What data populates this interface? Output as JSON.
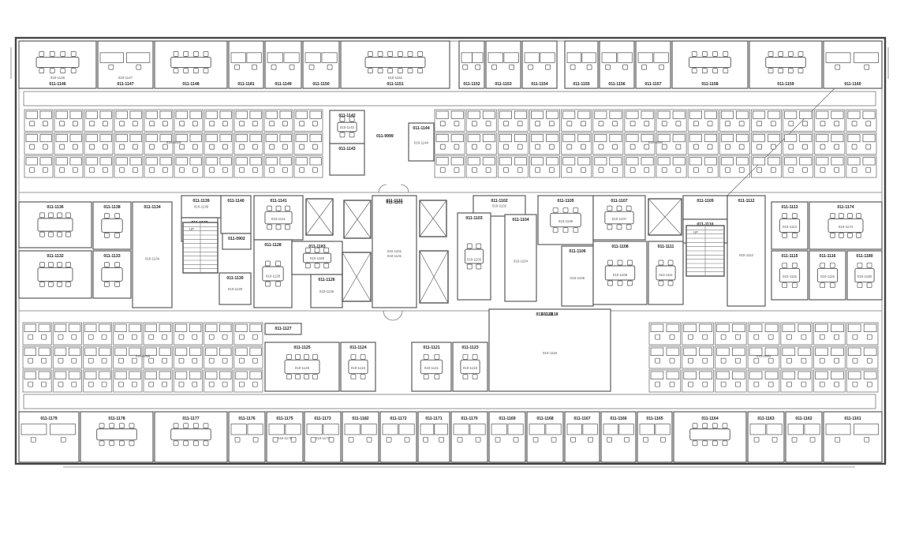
{
  "rooms": [
    {
      "id": "011-1146",
      "sub": "010-1146",
      "r": [
        24,
        52,
        98,
        60
      ]
    },
    {
      "id": "011-1147",
      "sub": "010-1147",
      "r": [
        124,
        52,
        70,
        60
      ]
    },
    {
      "id": "011-1148",
      "sub": "",
      "r": [
        196,
        52,
        92,
        60
      ]
    },
    {
      "id": "011-1181",
      "sub": "",
      "r": [
        290,
        52,
        44,
        60
      ]
    },
    {
      "id": "011-1149",
      "sub": "",
      "r": [
        336,
        52,
        46,
        60
      ]
    },
    {
      "id": "011-1150",
      "sub": "",
      "r": [
        384,
        52,
        46,
        60
      ]
    },
    {
      "id": "011-1151",
      "sub": "010-1151",
      "r": [
        432,
        52,
        138,
        60
      ]
    },
    {
      "id": "011-1152",
      "sub": "",
      "r": [
        582,
        52,
        32,
        60
      ]
    },
    {
      "id": "011-1153",
      "sub": "",
      "r": [
        616,
        52,
        44,
        60
      ]
    },
    {
      "id": "011-1154",
      "sub": "",
      "r": [
        662,
        52,
        44,
        60
      ]
    },
    {
      "id": "011-1155",
      "sub": "",
      "r": [
        716,
        52,
        42,
        60
      ]
    },
    {
      "id": "011-1156",
      "sub": "",
      "r": [
        760,
        52,
        44,
        60
      ]
    },
    {
      "id": "011-1157",
      "sub": "",
      "r": [
        806,
        52,
        44,
        60
      ]
    },
    {
      "id": "011-1158",
      "sub": "",
      "r": [
        852,
        52,
        96,
        60
      ]
    },
    {
      "id": "011-1159",
      "sub": "",
      "r": [
        950,
        52,
        92,
        60
      ]
    },
    {
      "id": "011-1160",
      "sub": "",
      "r": [
        1044,
        52,
        74,
        60
      ]
    },
    {
      "id": "011-1179",
      "sub": "",
      "r": [
        24,
        522,
        76,
        64
      ]
    },
    {
      "id": "011-1178",
      "sub": "",
      "r": [
        102,
        522,
        92,
        64
      ]
    },
    {
      "id": "011-1177",
      "sub": "",
      "r": [
        196,
        522,
        92,
        64
      ]
    },
    {
      "id": "011-1176",
      "sub": "",
      "r": [
        290,
        522,
        46,
        64
      ]
    },
    {
      "id": "011-1175",
      "sub": "010-1175",
      "r": [
        338,
        522,
        46,
        64
      ]
    },
    {
      "id": "011-1173",
      "sub": "010-1173",
      "r": [
        386,
        522,
        46,
        64
      ]
    },
    {
      "id": "011-1182",
      "sub": "",
      "r": [
        434,
        522,
        46,
        64
      ]
    },
    {
      "id": "011-1172",
      "sub": "",
      "r": [
        482,
        522,
        46,
        64
      ]
    },
    {
      "id": "011-1171",
      "sub": "",
      "r": [
        530,
        522,
        40,
        64
      ]
    },
    {
      "id": "011-1170",
      "sub": "",
      "r": [
        572,
        522,
        46,
        64
      ]
    },
    {
      "id": "011-1169",
      "sub": "",
      "r": [
        620,
        522,
        46,
        64
      ]
    },
    {
      "id": "011-1168",
      "sub": "",
      "r": [
        668,
        522,
        46,
        64
      ]
    },
    {
      "id": "011-1167",
      "sub": "",
      "r": [
        716,
        522,
        44,
        64
      ]
    },
    {
      "id": "011-1166",
      "sub": "",
      "r": [
        762,
        522,
        44,
        64
      ]
    },
    {
      "id": "011-1165",
      "sub": "",
      "r": [
        808,
        522,
        44,
        64
      ]
    },
    {
      "id": "011-1164",
      "sub": "",
      "r": [
        854,
        522,
        92,
        64
      ]
    },
    {
      "id": "011-1163",
      "sub": "",
      "r": [
        948,
        522,
        46,
        64
      ]
    },
    {
      "id": "011-1162",
      "sub": "",
      "r": [
        996,
        522,
        46,
        64
      ]
    },
    {
      "id": "011-1161",
      "sub": "",
      "r": [
        1044,
        522,
        74,
        64
      ]
    },
    {
      "id": "011-1136",
      "sub": "",
      "r": [
        24,
        256,
        92,
        58
      ]
    },
    {
      "id": "011-1138",
      "sub": "",
      "r": [
        118,
        256,
        48,
        60
      ]
    },
    {
      "id": "011-1132",
      "sub": "",
      "r": [
        24,
        318,
        92,
        60
      ]
    },
    {
      "id": "011-1133",
      "sub": "",
      "r": [
        118,
        318,
        48,
        60
      ]
    },
    {
      "id": "011-1134",
      "sub": "010-1134",
      "r": [
        168,
        256,
        50,
        134
      ]
    },
    {
      "id": "011-1139",
      "sub": "010-1139",
      "r": [
        230,
        248,
        50,
        28
      ]
    },
    {
      "id": "011-1129",
      "sub": "",
      "r": [
        230,
        276,
        46,
        30
      ]
    },
    {
      "id": "011-1140",
      "sub": "",
      "r": [
        280,
        248,
        38,
        48
      ]
    },
    {
      "id": "011-0902",
      "sub": "",
      "r": [
        282,
        296,
        36,
        20
      ]
    },
    {
      "id": "011-1130",
      "sub": "010-1130",
      "r": [
        278,
        346,
        40,
        40
      ]
    },
    {
      "id": "011-1141",
      "sub": "010-1141",
      "r": [
        322,
        248,
        62,
        56
      ]
    },
    {
      "id": "011-1128",
      "sub": "010-1128",
      "r": [
        322,
        304,
        48,
        86
      ]
    },
    {
      "id": "011-1183",
      "sub": "010-1183",
      "r": [
        370,
        306,
        64,
        42
      ]
    },
    {
      "id": "011-1126",
      "sub": "010-1126",
      "r": [
        394,
        348,
        40,
        42
      ]
    },
    {
      "id": "011-1131",
      "sub": "010-1131",
      "r": [
        472,
        248,
        56,
        142
      ]
    },
    {
      "id": "011-1102",
      "sub": "010-1102",
      "r": [
        600,
        248,
        66,
        26
      ]
    },
    {
      "id": "011-1103",
      "sub": "010-1103",
      "r": [
        580,
        270,
        42,
        110
      ]
    },
    {
      "id": "011-1104",
      "sub": "010-1104",
      "r": [
        640,
        272,
        40,
        110
      ]
    },
    {
      "id": "011-1105",
      "sub": "010-1105",
      "r": [
        682,
        248,
        70,
        62
      ]
    },
    {
      "id": "011-1106",
      "sub": "010-1106",
      "r": [
        712,
        312,
        40,
        76
      ]
    },
    {
      "id": "011-1107",
      "sub": "010-1107",
      "r": [
        752,
        248,
        66,
        56
      ]
    },
    {
      "id": "011-1108",
      "sub": "010-1108",
      "r": [
        752,
        306,
        68,
        80
      ]
    },
    {
      "id": "011-1111",
      "sub": "010-1111",
      "r": [
        822,
        306,
        44,
        80
      ]
    },
    {
      "id": "011-1109",
      "sub": "",
      "r": [
        866,
        248,
        56,
        30
      ]
    },
    {
      "id": "011-1110",
      "sub": "",
      "r": [
        866,
        278,
        56,
        30
      ]
    },
    {
      "id": "011-1112",
      "sub": "010-1112",
      "r": [
        922,
        248,
        48,
        140
      ]
    },
    {
      "id": "011-1113",
      "sub": "010-1113",
      "r": [
        978,
        256,
        46,
        60
      ]
    },
    {
      "id": "011-1174",
      "sub": "010-1174",
      "r": [
        1026,
        256,
        92,
        60
      ]
    },
    {
      "id": "011-1115",
      "sub": "010-1115",
      "r": [
        978,
        318,
        46,
        62
      ]
    },
    {
      "id": "011-1116",
      "sub": "010-1116",
      "r": [
        1026,
        318,
        46,
        62
      ]
    },
    {
      "id": "011-1180",
      "sub": "010-1180",
      "r": [
        1074,
        318,
        44,
        62
      ]
    },
    {
      "id": "011-1142",
      "sub": "010-1142",
      "r": [
        418,
        140,
        44,
        42
      ]
    },
    {
      "id": "011-1143",
      "sub": "",
      "r": [
        418,
        182,
        44,
        40
      ]
    },
    {
      "id": "011-1144",
      "sub": "010-1144",
      "r": [
        518,
        156,
        32,
        48
      ]
    },
    {
      "id": "011-1127",
      "sub": "",
      "r": [
        336,
        410,
        46,
        14
      ]
    },
    {
      "id": "011-1125",
      "sub": "010-1125",
      "r": [
        336,
        434,
        94,
        62
      ]
    },
    {
      "id": "011-1124",
      "sub": "010-1124",
      "r": [
        432,
        434,
        44,
        62
      ]
    },
    {
      "id": "011-1121",
      "sub": "010-1121",
      "r": [
        522,
        434,
        50,
        62
      ]
    },
    {
      "id": "011-1123",
      "sub": "010-1123",
      "r": [
        574,
        434,
        44,
        62
      ]
    },
    {
      "id": "011-1118",
      "sub": "010-1118",
      "r": [
        620,
        392,
        154,
        104
      ]
    }
  ],
  "stairs": [
    {
      "id": "011-S3",
      "label": "UP",
      "r": [
        232,
        282,
        44,
        64
      ]
    },
    {
      "id": "011-S4",
      "label": "UP",
      "r": [
        870,
        286,
        48,
        64
      ]
    }
  ],
  "elevators": [
    {
      "id": "011-0901",
      "r": [
        388,
        252,
        34,
        46
      ]
    },
    {
      "id": "011-0900",
      "r": [
        436,
        254,
        34,
        48
      ]
    },
    {
      "id": "011-0800",
      "r": [
        434,
        320,
        36,
        62
      ]
    },
    {
      "id": "011-0801",
      "r": [
        532,
        254,
        34,
        46
      ]
    },
    {
      "id": "011-0801b",
      "r": [
        532,
        318,
        36,
        66
      ]
    },
    {
      "id": "011-0802",
      "r": [
        822,
        252,
        42,
        46
      ]
    }
  ],
  "openplan": [
    {
      "id": "010-0016",
      "r": [
        30,
        138,
        380,
        88
      ]
    },
    {
      "id": "010-0054",
      "r": [
        550,
        138,
        562,
        88
      ]
    },
    {
      "id": "010-0066",
      "r": [
        28,
        408,
        306,
        90
      ]
    },
    {
      "id": "010-0094",
      "r": [
        822,
        408,
        292,
        90
      ]
    }
  ],
  "corridor_label": "011-1101",
  "corridor_sub": "010-1101",
  "lobby_label": "011-1119",
  "hall_label": "011-9999"
}
